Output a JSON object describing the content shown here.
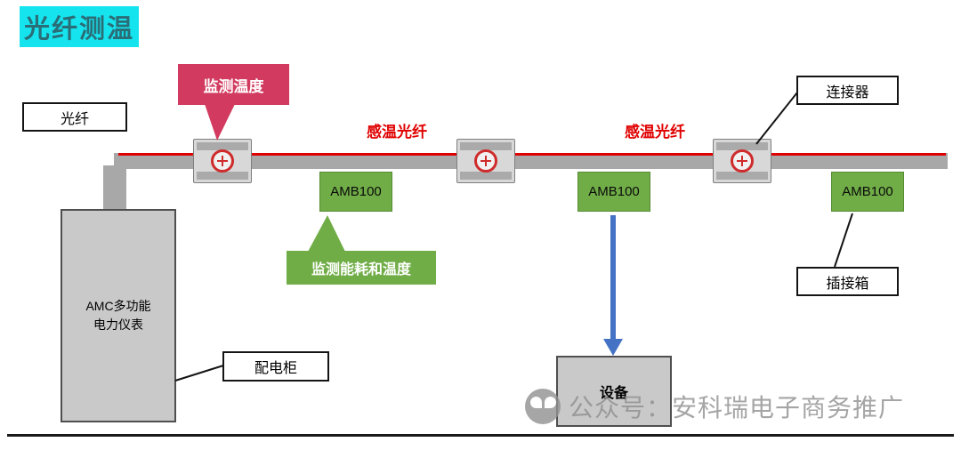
{
  "title": "光纤测温",
  "diagram": {
    "fiber_label": "光纤",
    "connector_label": "连接器",
    "plug_box_label": "插接箱",
    "distribution_cabinet_label": "配电柜",
    "cabinet_text": "AMC多功能\n电力仪表",
    "equipment_label": "设备",
    "monitor_temperature_callout": "监测温度",
    "monitor_energy_callout": "监测能耗和温度",
    "sensing_fiber_labels": [
      "感温光纤",
      "感温光纤"
    ],
    "amb_units": [
      {
        "label": "AMB100"
      },
      {
        "label": "AMB100"
      },
      {
        "label": "AMB100"
      }
    ]
  },
  "watermark": {
    "text": "公众号：安科瑞电子商务推广"
  },
  "colors": {
    "title_highlight": "#15e4ef",
    "title_text": "#2a6e78",
    "callout_red": "#d23b5f",
    "accent_green": "#70ad47",
    "sensing_fiber_red": "#e00000",
    "busbar_gray": "#a8a8a8",
    "cabinet_gray": "#c9c9c9",
    "arrow_blue": "#4472c4"
  }
}
